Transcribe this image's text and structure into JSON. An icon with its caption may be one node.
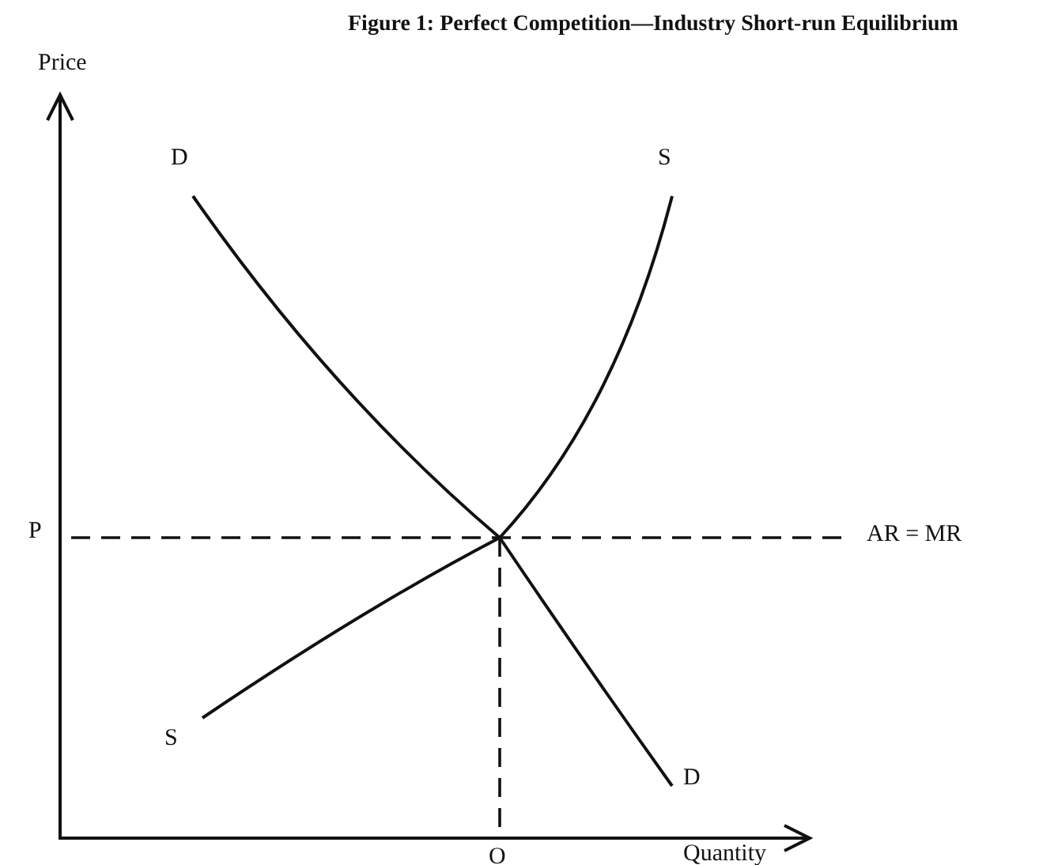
{
  "diagram": {
    "title": "Figure 1: Perfect Competition—Industry Short-run Equilibrium",
    "labels": [
      "Price",
      "D",
      "S",
      "P",
      "AR = MR",
      "S",
      "D",
      "O",
      "Quantity"
    ]
  }
}
